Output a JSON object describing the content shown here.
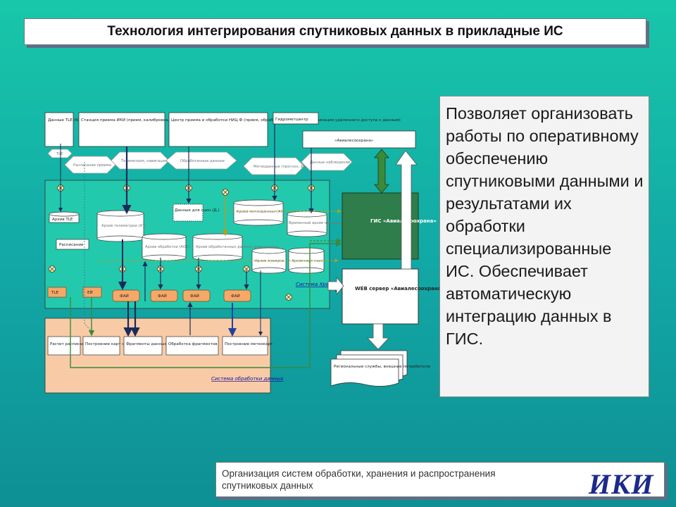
{
  "title": "Технология интегрирования спутниковых данных в прикладные ИС",
  "description": "Позволяет организовать работы по оперативному обеспечению спутниковыми данными и результатами их обработки специализированные ИС. Обеспечивает автоматическую интеграцию данных в ГИС.",
  "footer": {
    "text": "Организация систем обработки, хранения и распространения спутниковых данных",
    "logo": "ИКИ"
  },
  "diagram": {
    "top_boxes": {
      "tle_data": "Данные TLE (NASA)",
      "iki_station": "Станция приема ИКИ (прием, калибровка, геопривязка, передача данных на сервер)",
      "center": "Центр приема и обработки НИЦ Ф (прием, обработка, хранение, организация удаленного доступа к данным)",
      "hydromet": "Гидрометцентр",
      "aviales": "«Авиалесоохрана»"
    },
    "hexagons": {
      "tle": "TLE",
      "schedule": "Расписание приема",
      "telemetry": "Телеметрия, навигация",
      "processed": "Обработанные данные",
      "meteo": "Метеоданные (прогноз, факт)",
      "observations": "Данные наблюдений"
    },
    "storage": {
      "archive_tle": "Архив TLE",
      "schedule": "Расписание",
      "data_for_scenes": "Данные для сцен (Д.)",
      "meteo_archive": "Архив метеоданных (АМ)",
      "telemetry_archive": "Архив телеметрии (АТ)",
      "time_archive": "Временный архив наблюдений (АН)",
      "processed_archive": "Архив обработки (АОИ)",
      "processed_data": "Архив обработанных данных (результаты)",
      "fire_archive": "Архив пожаров",
      "aux_archive": "Архив карт сцен",
      "label_tle": "TLE",
      "label_ekh": "ЕЙ",
      "fam": [
        "ФАЙ",
        "ФАЙ",
        "ФАЙ",
        "ФАЙ"
      ],
      "system_label": "Система Хранения данных"
    },
    "processing": {
      "items": [
        "Расчет расписаний",
        "Построение карт сцены",
        "Фрагменты данных",
        "Обработка фрагментов",
        "Построение метеокарт"
      ],
      "system_label": "Система обработки данных"
    },
    "right": {
      "gis": "ГИС «Авиалесоохрана»",
      "web": "WEB сервер «Авиалесоохрана»",
      "regional": "Региональные службы, внешние потребители"
    }
  }
}
